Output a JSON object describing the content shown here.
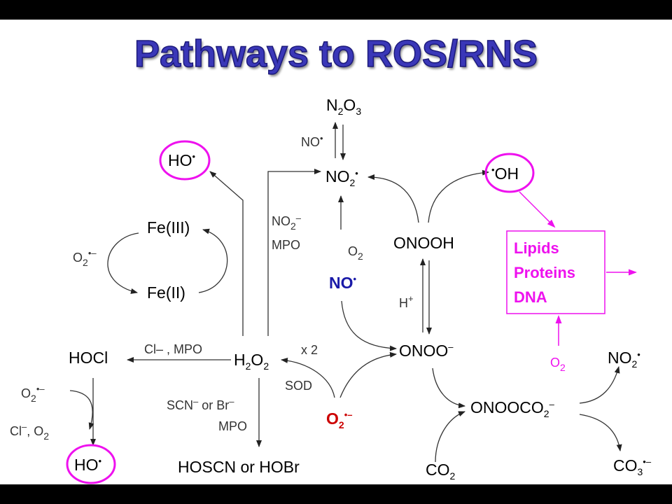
{
  "title": "Pathways to ROS/RNS",
  "species": {
    "n2o3": {
      "main": "N",
      "s1": "2",
      "m2": "O",
      "s2": "3"
    },
    "no2_top": {
      "main": "NO",
      "sub": "2",
      "sup": "•"
    },
    "no_label_top": {
      "main": "NO",
      "sup": "•"
    },
    "ho_top": {
      "main": "HO",
      "sup": "•"
    },
    "oh_right": {
      "sup": "•",
      "main": "OH"
    },
    "fe3": "Fe(III)",
    "fe2": "Fe(II)",
    "o2_fe": {
      "main": "O",
      "sub": "2",
      "sup": "•–"
    },
    "no2_mpo": {
      "main": "NO",
      "sub": "2",
      "sup": "–"
    },
    "mpo_1": "MPO",
    "o2_no": {
      "main": "O",
      "sub": "2"
    },
    "no_radical": {
      "main": "NO",
      "sup": "•"
    },
    "onooh": "ONOOH",
    "hplus": {
      "main": "H",
      "sup": "+"
    },
    "onoo": {
      "main": "ONOO",
      "sup": "–"
    },
    "hocl": "HOCl",
    "cl_mpo": "Cl– , MPO",
    "h2o2": {
      "main": "H",
      "s1": "2",
      "m2": "O",
      "s2": "2"
    },
    "x2": "x 2",
    "sod": "SOD",
    "o2_superoxide": {
      "main": "O",
      "sub": "2",
      "sup": "•–"
    },
    "o2_left": {
      "main": "O",
      "sub": "2",
      "sup": "•–"
    },
    "cl_o2": {
      "main": "Cl",
      "sup": "–",
      "mid": ", O",
      "sub": "2"
    },
    "ho_bottom": {
      "main": "HO",
      "sup": "•"
    },
    "scn_br": {
      "a": "SCN",
      "asup": "–",
      "b": " or Br",
      "bsup": "–"
    },
    "mpo_2": "MPO",
    "hoscn": "HOSCN or HOBr",
    "targets": [
      "Lipids",
      "Proteins",
      "DNA"
    ],
    "o2_mag": {
      "main": "O",
      "sub": "2"
    },
    "no2_right": {
      "main": "NO",
      "sub": "2",
      "sup": "•"
    },
    "onoococ2": {
      "main": "ONOOCO",
      "sub": "2",
      "sup": "–"
    },
    "co2": {
      "main": "CO",
      "sub": "2"
    },
    "co3": {
      "main": "CO",
      "sub": "3",
      "sup": "•–"
    }
  },
  "colors": {
    "title": "#3a37b8",
    "nitric_oxide": "#1a1aa8",
    "superoxide": "#cc0000",
    "highlight": "#ee11ee"
  }
}
